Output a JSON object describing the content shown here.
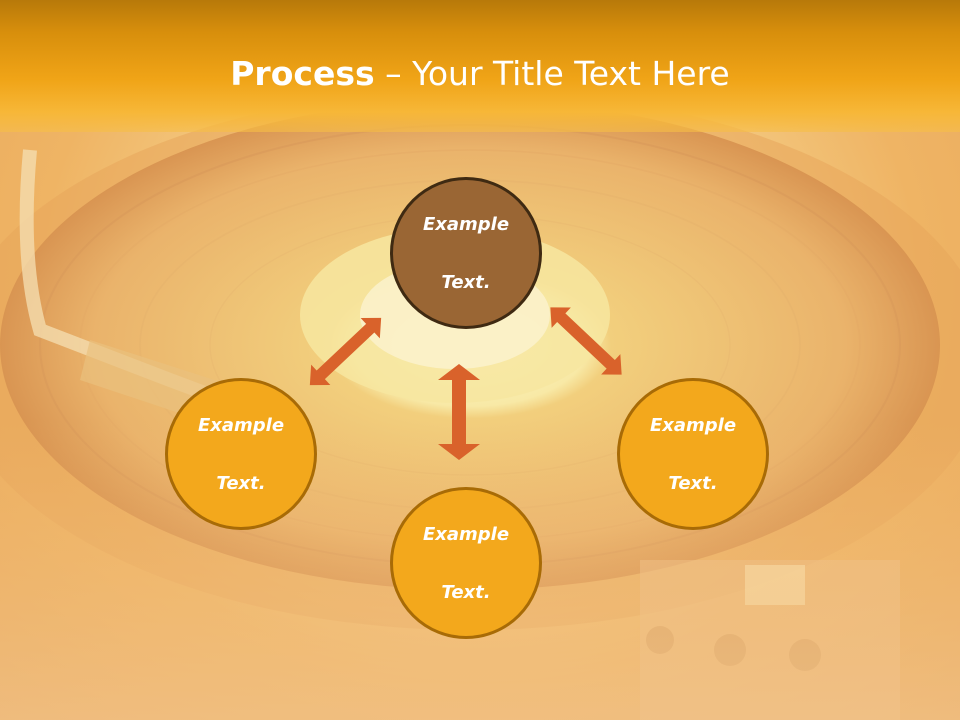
{
  "slide": {
    "title_bold": "Process",
    "title_rest": " – Your Title Text Here"
  },
  "nodes": {
    "top": {
      "line1": "Example",
      "line2": "Text."
    },
    "left": {
      "line1": "Example",
      "line2": "Text."
    },
    "right": {
      "line1": "Example",
      "line2": "Text."
    },
    "bottom": {
      "line1": "Example",
      "line2": "Text."
    }
  },
  "colors": {
    "header": "#f0a417",
    "node_fill": "#f3a81c",
    "center_node_fill": "#9a6634",
    "arrow": "#d9622b"
  },
  "icons": {
    "arrows": "double-headed-arrow"
  }
}
